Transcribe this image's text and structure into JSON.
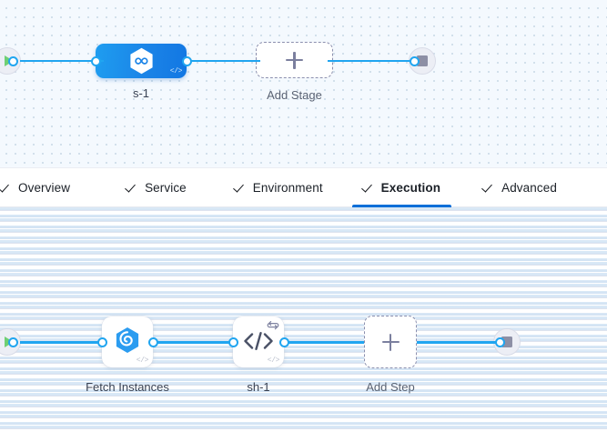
{
  "stages_canvas": {
    "name": "pipeline-stages-canvas",
    "start_node": {
      "icon": "play-icon",
      "label": "Start"
    },
    "end_node": {
      "icon": "stop-icon",
      "label": "End"
    },
    "stage": {
      "label": "s-1",
      "icon": "hexagon-infinity-icon",
      "badge": "</>",
      "color": "#1b84e7"
    },
    "add_stage": {
      "label": "Add Stage",
      "icon": "plus-icon"
    }
  },
  "tabs": {
    "name": "stage-config-tabs",
    "items": [
      {
        "label": "Overview",
        "checked": true,
        "active": false
      },
      {
        "label": "Service",
        "checked": true,
        "active": false
      },
      {
        "label": "Environment",
        "checked": true,
        "active": false
      },
      {
        "label": "Execution",
        "checked": true,
        "active": true
      },
      {
        "label": "Advanced",
        "checked": true,
        "active": false
      }
    ],
    "active_accent": "#0a6fd8"
  },
  "steps_canvas": {
    "name": "execution-steps-canvas",
    "start_node": {
      "icon": "play-icon",
      "label": "Start"
    },
    "end_node": {
      "icon": "stop-icon",
      "label": "End"
    },
    "steps": [
      {
        "label": "Fetch Instances",
        "icon": "harness-swirl-icon",
        "badge": "</>",
        "loop": false
      },
      {
        "label": "sh-1",
        "icon": "code-brackets-icon",
        "badge": "</>",
        "loop": true,
        "loop_icon": "repeat-loop-icon"
      }
    ],
    "add_step": {
      "label": "Add Step",
      "icon": "plus-icon"
    }
  },
  "theme": {
    "link_color": "#20a5f0",
    "stage_gradient_from": "#1e9df0",
    "stage_gradient_to": "#1277e3",
    "play_color": "#6fcf73",
    "stop_color": "#8d8fa5",
    "dashed_border": "#8b8fae"
  }
}
